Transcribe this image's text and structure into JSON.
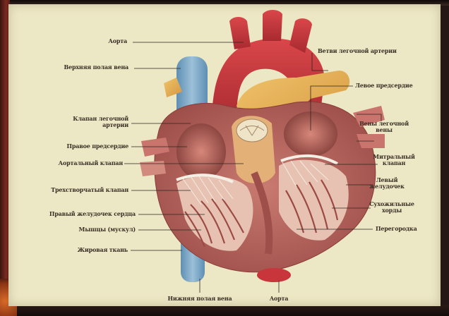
{
  "labels": {
    "aorta_top": "Аорта",
    "superior_vena_cava": "Верхняя полая вена",
    "pulmonary_artery_valve": "Клапан легочной артерии",
    "right_atrium": "Правое предсердие",
    "aortic_valve": "Аортальный клапан",
    "tricuspid_valve": "Трехстворчатый клапан",
    "right_ventricle": "Правый желудочек сердца",
    "papillary_muscle": "Мышцы (мускул)",
    "inferior_wall": "Жировая ткань",
    "pulmonary_trunk": "Ветви легочной артерии",
    "left_atrium": "Левое предсердие",
    "pulmonary_veins": [
      "Вены легочной",
      "вены"
    ],
    "mitral_valve": [
      "Митральный",
      "клапан"
    ],
    "left_ventricle": [
      "Левый",
      "желудочек"
    ],
    "chordae": [
      "Сухожильные",
      "хорды"
    ],
    "septum": "Перегородка",
    "inferior_vena_cava": "Нижняя полая вена",
    "aorta_bottom": "Аорта"
  },
  "colors": {
    "poster": "#ece7c4",
    "aorta": "#c8353a",
    "vena_cava": "#7fa9c6",
    "pulmonary": "#e3a94f",
    "muscle": "#b5655e",
    "inner": "#e7c2b3"
  }
}
